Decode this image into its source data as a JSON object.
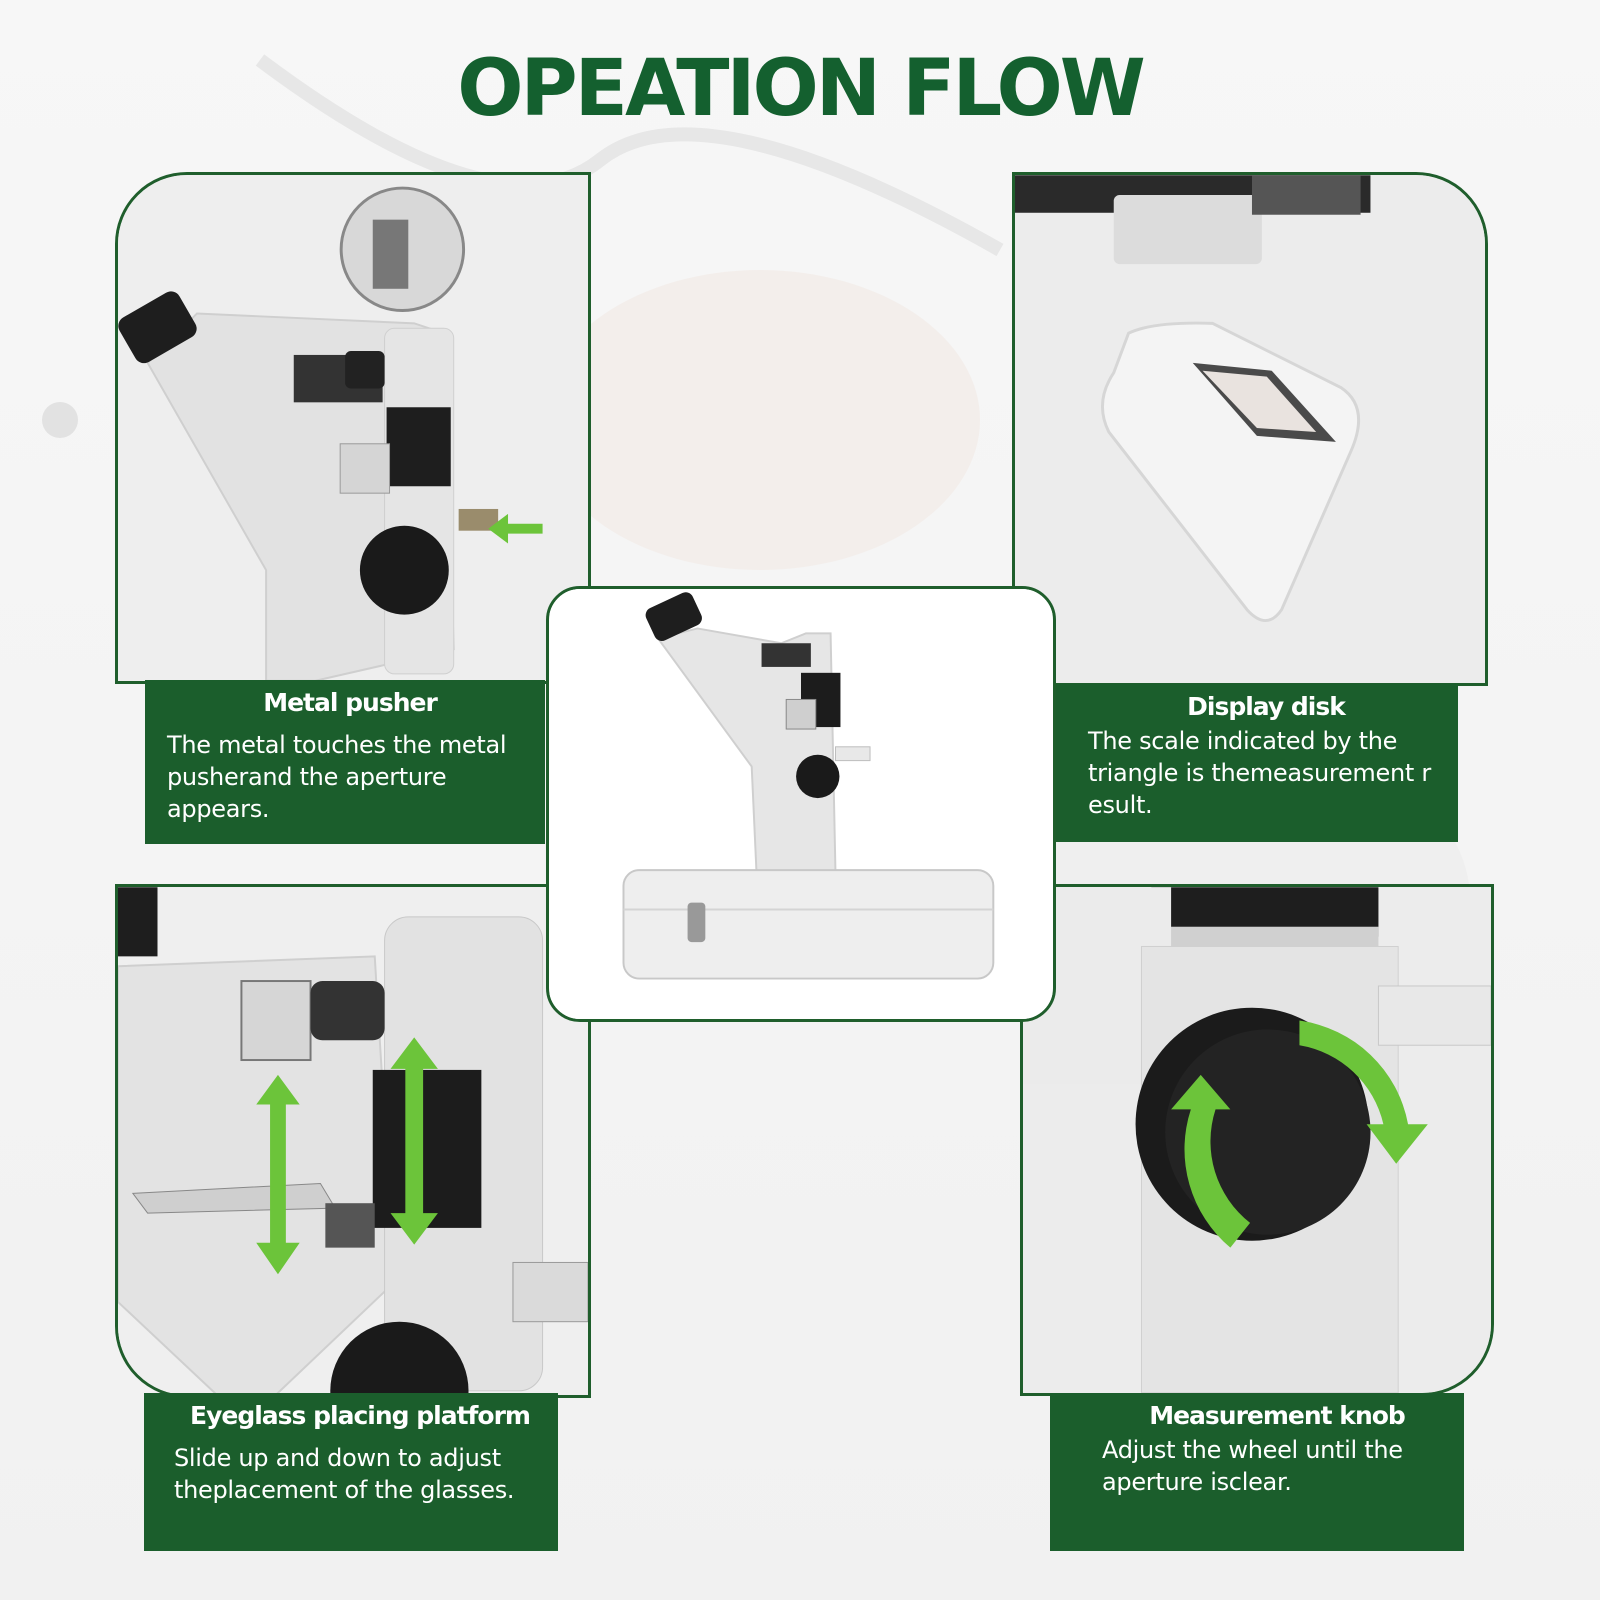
{
  "header": {
    "title": "OPEATION FLOW"
  },
  "colors": {
    "brand_green": "#1b5e2c",
    "arrow_green": "#6cc43a",
    "device_white": "#e6e6e6",
    "knob_black": "#1a1a1a"
  },
  "panels": [
    {
      "title": "Metal pusher",
      "description": "The metal touches the metal pusherand the aperture appears.",
      "icon": "arrow-left-icon"
    },
    {
      "title": "Display disk",
      "description": "The scale indicated by the triangle is themeasurement r esult."
    },
    {
      "title": "Eyeglass placing platform",
      "description": "Slide up and down to adjust theplacement of the glasses.",
      "icon": "arrow-up-down-icon"
    },
    {
      "title": "Measurement knob",
      "description": "Adjust the wheel until the aperture isclear.",
      "icon": "rotate-arrows-icon"
    }
  ]
}
